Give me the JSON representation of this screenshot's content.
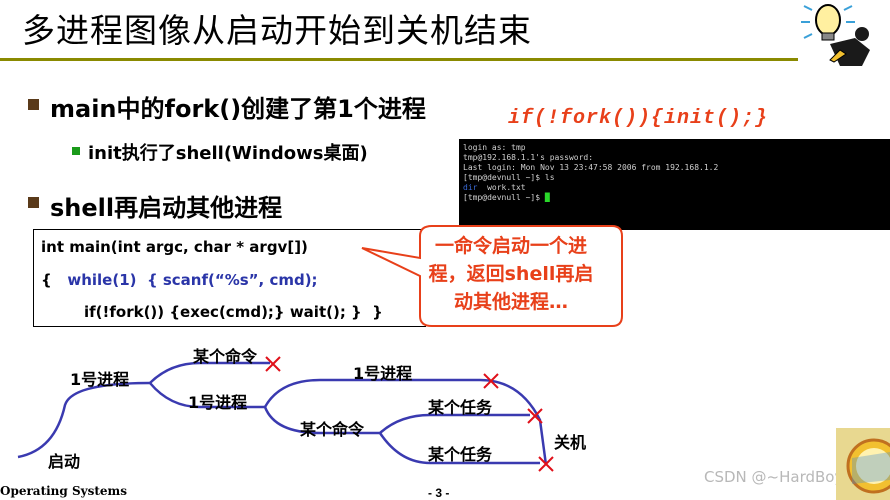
{
  "title": "多进程图像从启动开始到关机结束",
  "bullets": {
    "b1": "main中的fork()创建了第1个进程",
    "b2": "init执行了shell(Windows桌面)",
    "b3": "shell再启动其他进程"
  },
  "code_red": "if(!fork()){init();}",
  "terminal": {
    "lines": [
      "login as: tmp",
      "tmp@192.168.1.1's password:",
      "Last login: Mon Nov 13 23:47:58 2006 from 192.168.1.2",
      "[tmp@devnull ~]$ ls",
      "work.txt",
      "[tmp@devnull ~]$ "
    ]
  },
  "codebox": {
    "line1": "int main(int argc, char * argv[])",
    "line2_brace": "{",
    "line2_rest": "while(1)  { scanf(“%s”, cmd);",
    "line3": "if(!fork()) {exec(cmd);} wait(); }  }"
  },
  "callout": {
    "line1": "一命令启动一个进",
    "line2": "程，返回shell再启",
    "line3": "动其他进程…"
  },
  "flow": {
    "start": "启动",
    "proc1_a": "1号进程",
    "cmd_top": "某个命令",
    "proc1_b": "1号进程",
    "proc1_c": "1号进程",
    "cmd_mid": "某个命令",
    "task1": "某个任务",
    "task2": "某个任务",
    "shutdown": "关机"
  },
  "footer": {
    "left": "Operating Systems",
    "page": "- 3 -"
  },
  "watermark": "CSDN @~HardBoy~",
  "colors": {
    "rule": "#8a8a00",
    "code_red": "#e8401a",
    "code_blue": "#2a35a8",
    "flow_line": "#3a3ab0",
    "cross": "#e0101a"
  }
}
